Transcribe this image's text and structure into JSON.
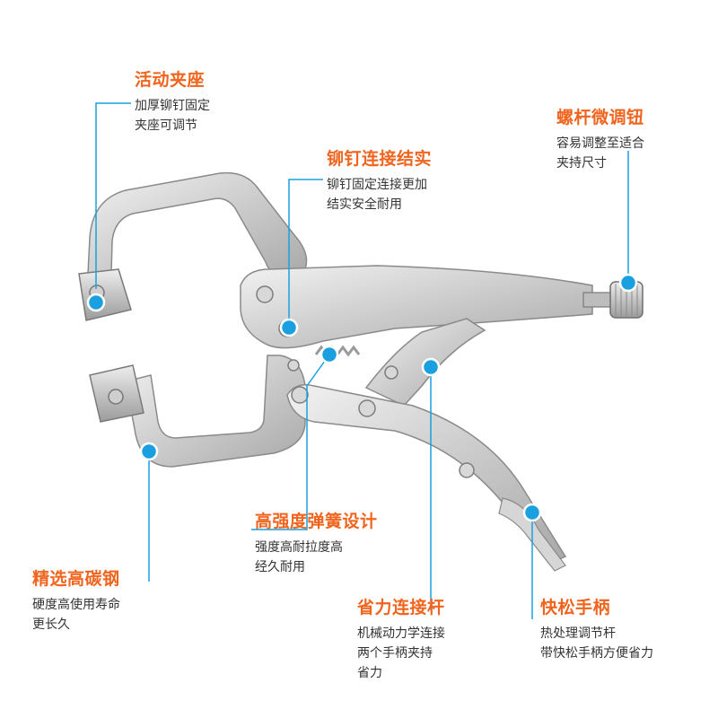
{
  "colors": {
    "title": "#f0641e",
    "text": "#333333",
    "line": "#1aa0e0",
    "dot": "#1aa0e0",
    "metal": "#c8c8c8"
  },
  "callouts": {
    "active_seat": {
      "title": "活动夹座",
      "lines": [
        "加厚铆钉固定",
        "夹座可调节"
      ]
    },
    "screw_adjust": {
      "title": "螺杆微调钮",
      "lines": [
        "容易调整至适合",
        "夹持尺寸"
      ]
    },
    "rivet": {
      "title": "铆钉连接结实",
      "lines": [
        "铆钉固定连接更加",
        "结实安全耐用"
      ]
    },
    "spring": {
      "title": "高强度弹簧设计",
      "lines": [
        "强度高耐拉度高",
        "经久耐用"
      ]
    },
    "carbon_steel": {
      "title": "精选高碳钢",
      "lines": [
        "硬度高使用寿命",
        "更长久"
      ]
    },
    "link_bar": {
      "title": "省力连接杆",
      "lines": [
        "机械动力学连接",
        "两个手柄夹持",
        "省力"
      ]
    },
    "quick_release": {
      "title": "快松手柄",
      "lines": [
        "热处理调节杆",
        "带快松手柄方便省力"
      ]
    }
  }
}
